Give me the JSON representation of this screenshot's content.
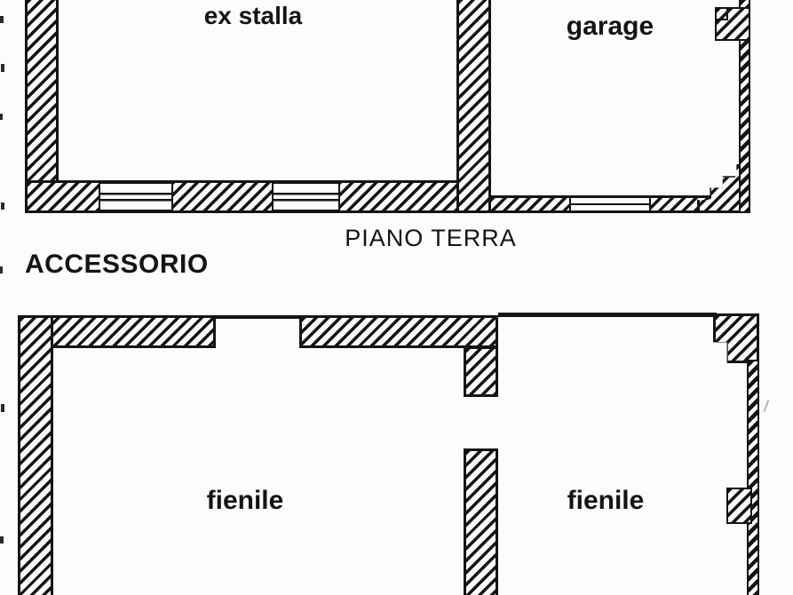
{
  "floor_plan": {
    "building_label": "ACCESSORIO",
    "ground_floor": {
      "caption": "PIANO TERRA",
      "rooms": [
        {
          "label": "ex stalla"
        },
        {
          "label": "garage"
        }
      ]
    },
    "first_floor": {
      "rooms": [
        {
          "label": "fienile"
        },
        {
          "label": "fienile"
        }
      ]
    }
  },
  "colors": {
    "ink": "#141414",
    "paper": "#fcfcfc"
  }
}
